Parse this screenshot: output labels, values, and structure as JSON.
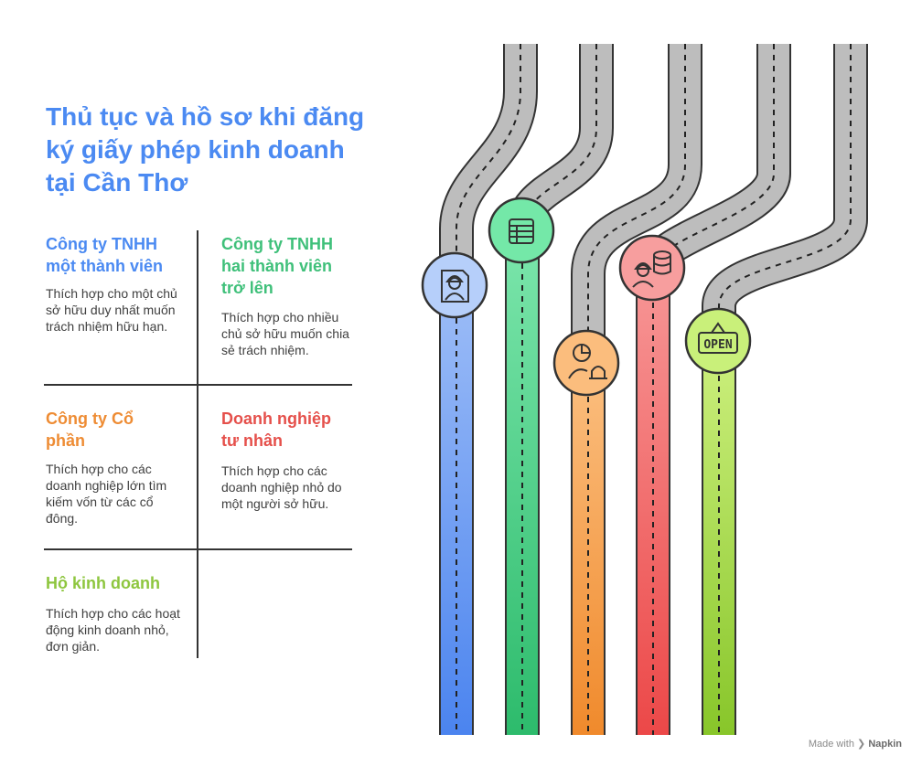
{
  "title": "Thủ tục và hồ sơ khi đăng ký giấy phép kinh doanh tại Cần Thơ",
  "cells": [
    {
      "title": "Công ty TNHH một thành viên",
      "desc": "Thích hợp cho một chủ sở hữu duy nhất muốn trách nhiệm hữu hạn.",
      "color": "#4b8af2"
    },
    {
      "title": "Công ty TNHH hai thành viên trở lên",
      "desc": "Thích hợp cho nhiều chủ sở hữu muốn chia sẻ trách nhiệm.",
      "color": "#3fc07a"
    },
    {
      "title": "Công ty Cổ phần",
      "desc": "Thích hợp cho các doanh nghiệp lớn tìm kiếm vốn từ các cổ đông.",
      "color": "#ee8c34"
    },
    {
      "title": "Doanh nghiệp tư nhân",
      "desc": "Thích hợp cho các doanh nghiệp nhỏ do một người sở hữu.",
      "color": "#e5504b"
    },
    {
      "title": "Hộ kinh doanh",
      "desc": "Thích hợp cho các hoạt động kinh doanh nhỏ, đơn giản.",
      "color": "#8ec63f"
    }
  ],
  "roads": [
    {
      "icon": "worker-document-icon",
      "color": "#4b8af2",
      "fill": "#b6cffa"
    },
    {
      "icon": "spreadsheet-icon",
      "color": "#2fbf72",
      "fill": "#74e8a8"
    },
    {
      "icon": "pie-chart-bell-icon",
      "color": "#f08a30",
      "fill": "#fbbd7d"
    },
    {
      "icon": "worker-database-icon",
      "color": "#ee4f4f",
      "fill": "#f79e9e"
    },
    {
      "icon": "open-sign-icon",
      "color": "#8ccb2e",
      "fill": "#c9f07a"
    }
  ],
  "open_sign_text": "OPEN",
  "footer": {
    "prefix": "Made with",
    "brand": "Napkin"
  }
}
